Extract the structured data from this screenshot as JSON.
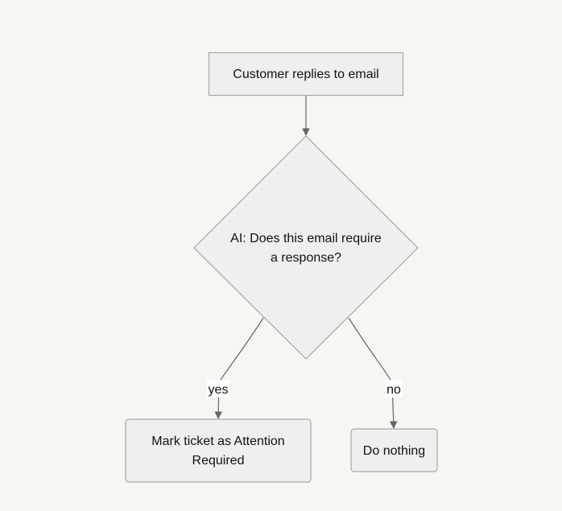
{
  "diagram": {
    "type": "flowchart",
    "colors": {
      "background": "#f7f6f2",
      "node_fill": "#efefef",
      "node_stroke": "#a8a8a8",
      "edge": "#666666",
      "text": "#111111"
    },
    "nodes": {
      "start": {
        "label": "Customer replies to email",
        "shape": "rectangle"
      },
      "decision": {
        "lines": [
          "AI: Does this email require",
          "a response?"
        ],
        "shape": "diamond"
      },
      "yes_action": {
        "lines": [
          "Mark ticket as Attention",
          "Required"
        ],
        "shape": "rounded-rectangle"
      },
      "no_action": {
        "label": "Do nothing",
        "shape": "rounded-rectangle"
      }
    },
    "edges": [
      {
        "from": "start",
        "to": "decision",
        "label": ""
      },
      {
        "from": "decision",
        "to": "yes_action",
        "label": "yes"
      },
      {
        "from": "decision",
        "to": "no_action",
        "label": "no"
      }
    ]
  }
}
